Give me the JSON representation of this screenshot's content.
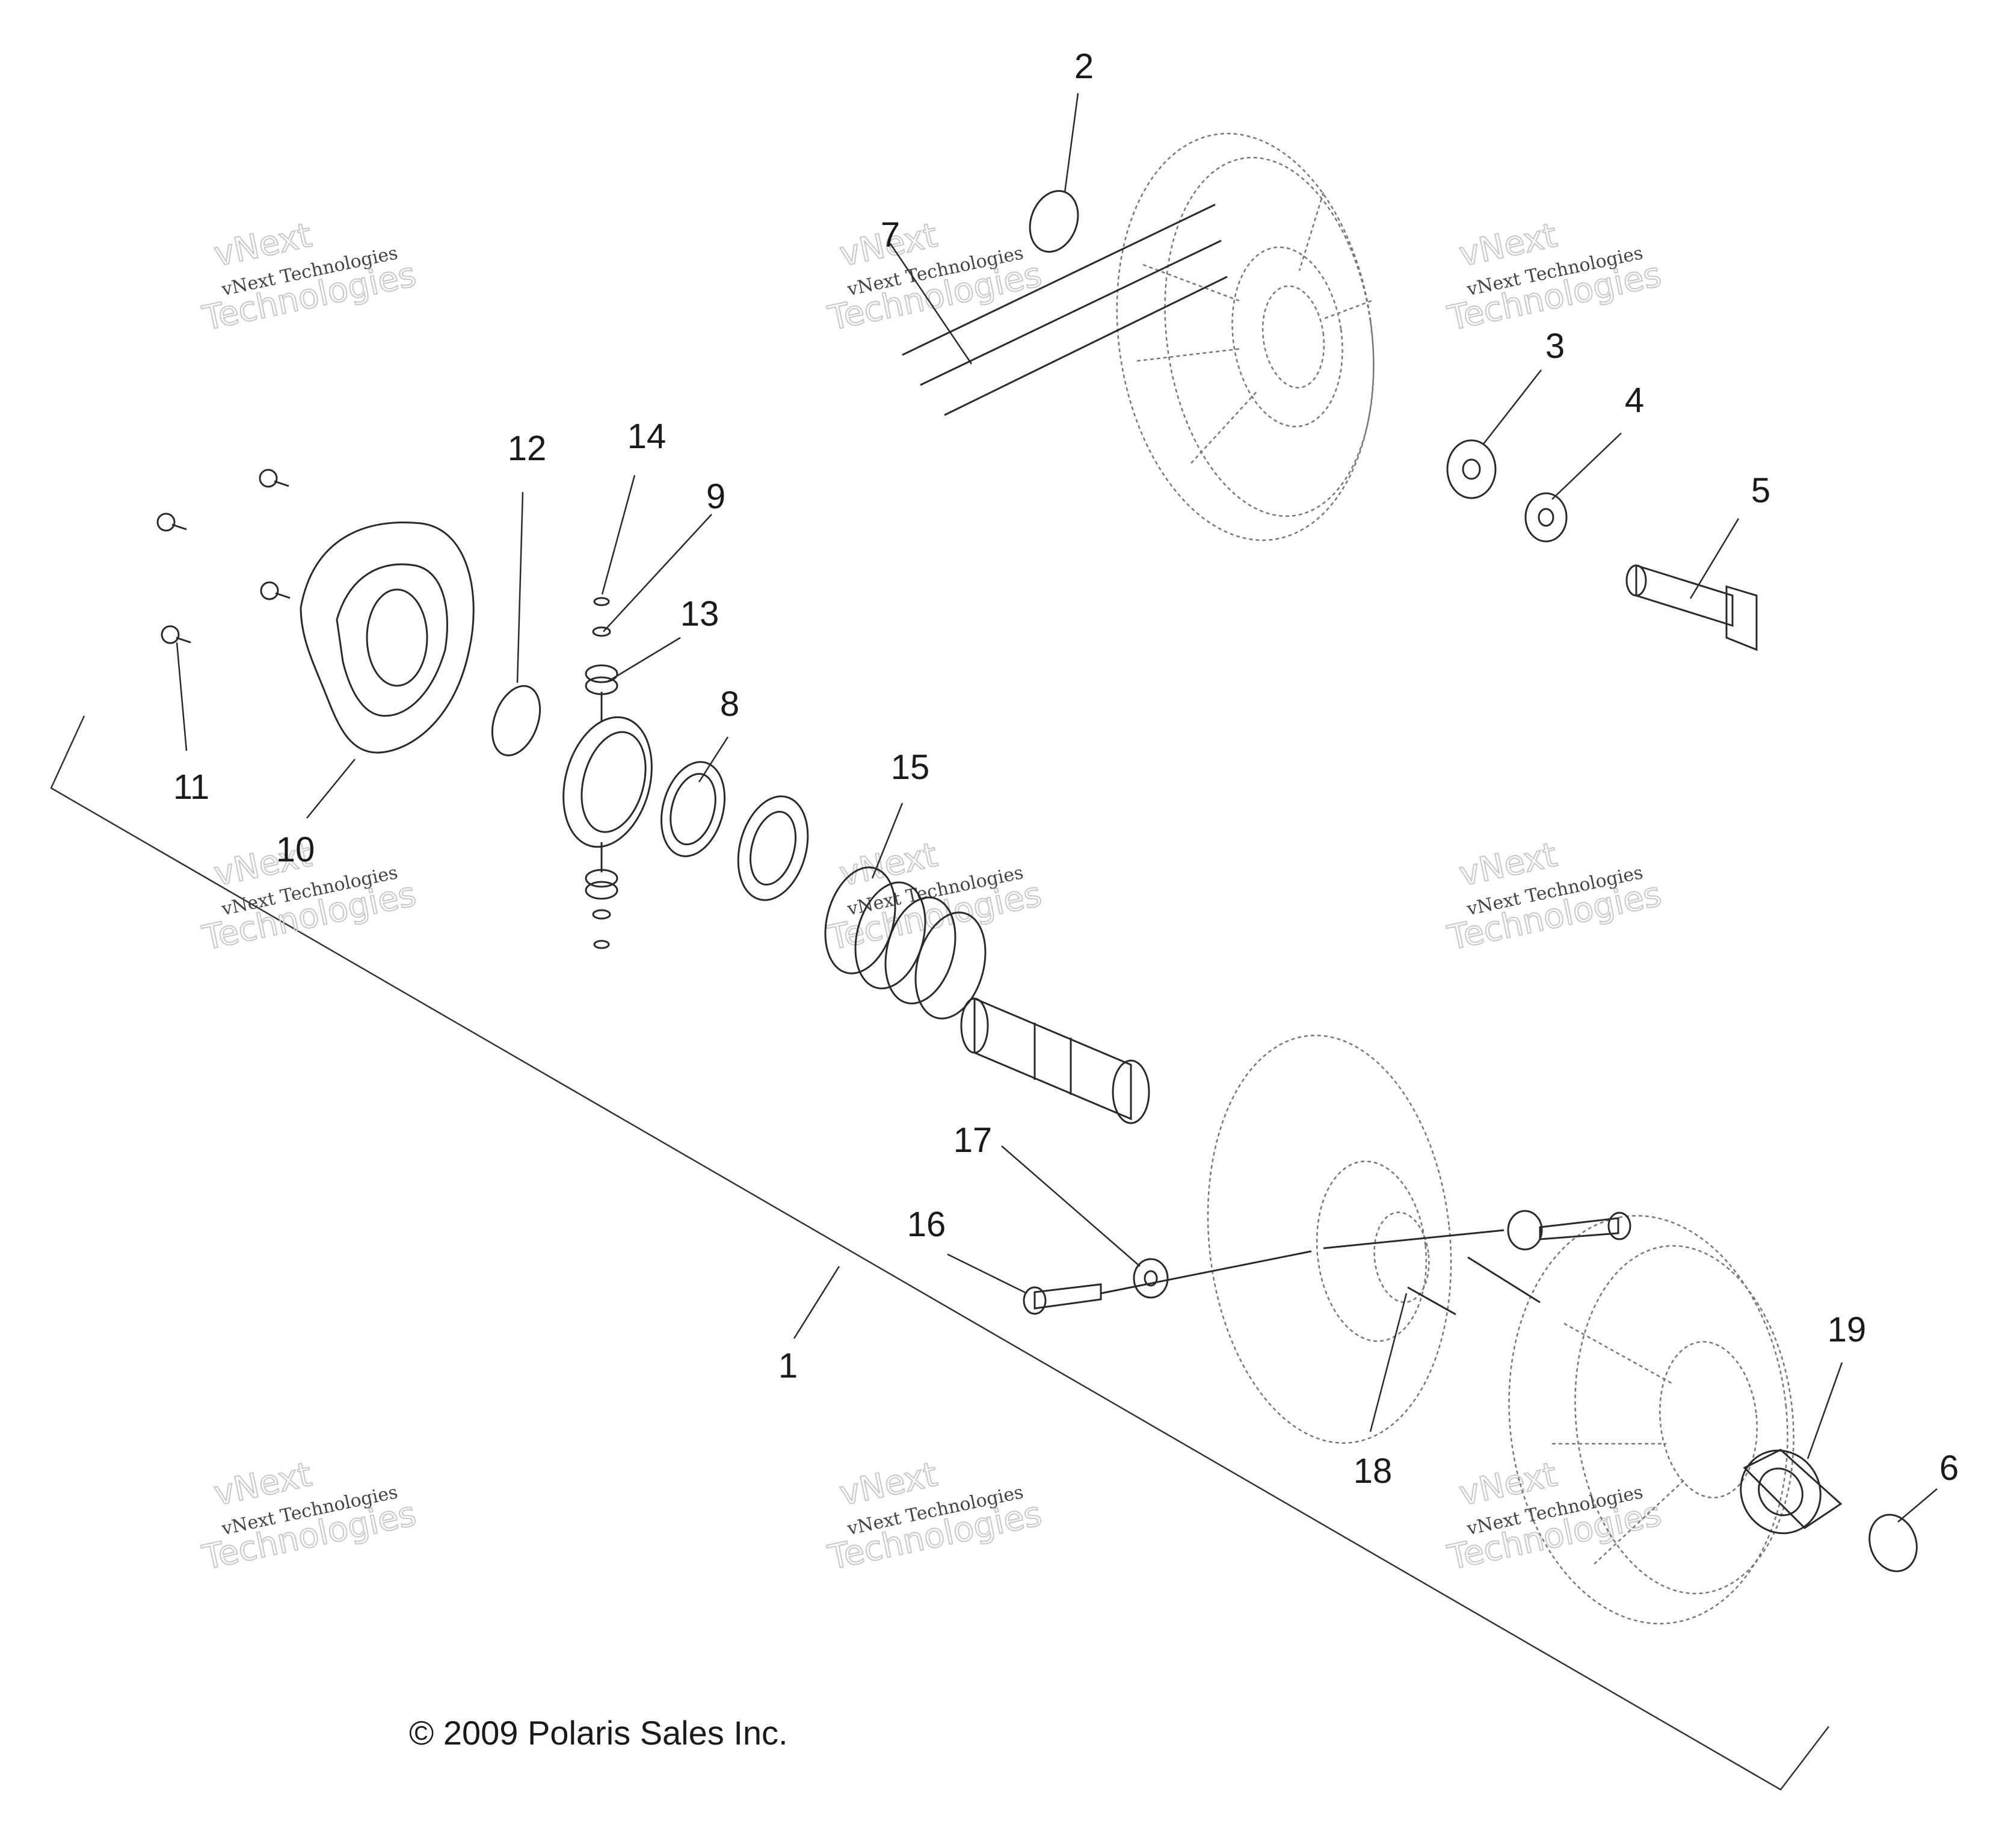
{
  "diagram": {
    "callouts": [
      "1",
      "2",
      "3",
      "4",
      "5",
      "6",
      "7",
      "8",
      "9",
      "10",
      "11",
      "12",
      "13",
      "14",
      "15",
      "16",
      "17",
      "18",
      "19"
    ],
    "copyright": "© 2009 Polaris Sales Inc.",
    "watermark": {
      "line1": "vNext",
      "line2": "vNext Technologies",
      "line3": "Technologies"
    }
  }
}
